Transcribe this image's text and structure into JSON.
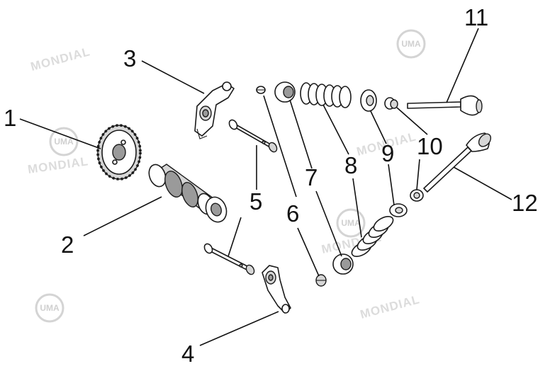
{
  "watermark": {
    "brand_text": "MONDIAL",
    "logo_text": "UMA"
  },
  "callouts": [
    {
      "id": "1",
      "label": "1"
    },
    {
      "id": "2",
      "label": "2"
    },
    {
      "id": "3",
      "label": "3"
    },
    {
      "id": "4",
      "label": "4"
    },
    {
      "id": "5a",
      "label": "5"
    },
    {
      "id": "5b",
      "label": "5"
    },
    {
      "id": "6",
      "label": "6"
    },
    {
      "id": "7",
      "label": "7"
    },
    {
      "id": "8",
      "label": "8"
    },
    {
      "id": "9",
      "label": "9"
    },
    {
      "id": "10",
      "label": "10"
    },
    {
      "id": "11",
      "label": "11"
    },
    {
      "id": "12",
      "label": "12"
    }
  ]
}
